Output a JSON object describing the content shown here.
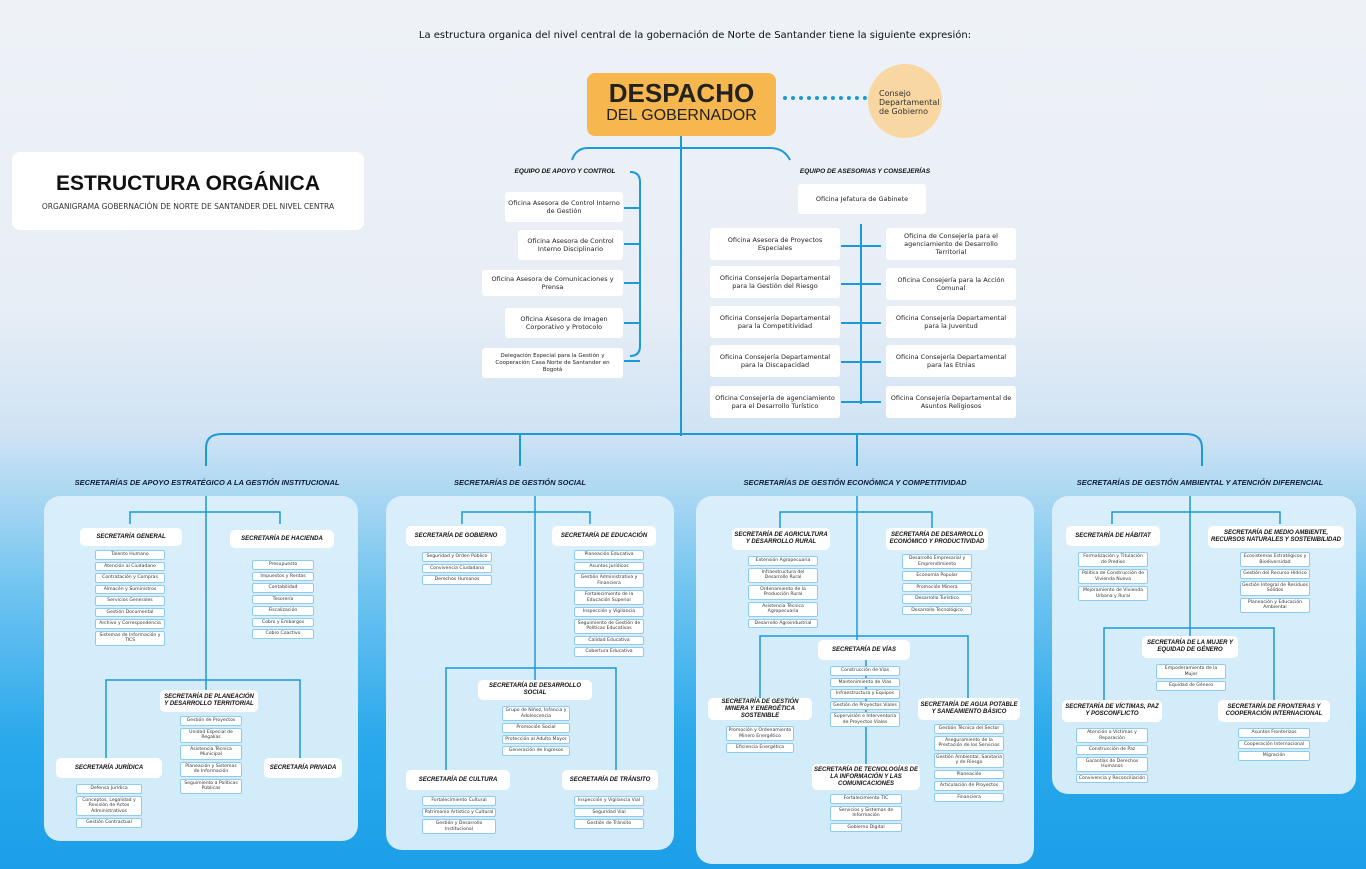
{
  "intro": "La estructura organica del nivel central de la gobernación de Norte de Santander tiene la siguiente expresión:",
  "title": {
    "main": "ESTRUCTURA ORGÁNICA",
    "sub": "ORGANIGRAMA GOBERNACIÓN DE NORTE DE SANTANDER DEL NIVEL CENTRA"
  },
  "despacho": {
    "line1": "DESPACHO",
    "line2": "DEL GOBERNADOR"
  },
  "consejo": {
    "line1": "Consejo",
    "line2": "Departamental",
    "line3": "de Gobierno"
  },
  "colors": {
    "accent": "#1b9ad6",
    "orange": "#f6b74e",
    "peach": "#f8d7a2"
  },
  "apoyo": {
    "label": "EQUIPO DE APOYO Y CONTROL",
    "items": [
      "Oficina Asesora de Control Interno de Gestión",
      "Oficina Asesora de Control Interno Disciplinario",
      "Oficina Asesora de Comunicaciones y Prensa",
      "Oficina Asesora de Imagen Corporativo y Protocolo",
      "Delegación Especial para la Gestión y Cooperación Casa Norte de Santander en Bogotá"
    ]
  },
  "asesorias": {
    "label": "EQUIPO DE ASESORIAS Y CONSEJERÍAS",
    "jefatura": "Oficina Jefatura de Gabinete",
    "left": [
      "Oficina Asesora de Proyectos Especiales",
      "Oficina Consejería Departamental para la Gestión del Riesgo",
      "Oficina Consejería Departamental para la Competitividad",
      "Oficina Consejería Departamental para la Discapacidad",
      "Oficina Consejería de agenciamiento para el Desarrollo Turístico"
    ],
    "right": [
      "Oficina de Consejería para el agenciamiento de Desarrollo Territorial",
      "Oficina Consejería para la Acción Comunal",
      "Oficina Consejería Departamental para la Juventud",
      "Oficina Consejería Departamental para las Etnias",
      "Oficina Consejería Departamental de Asuntos Religiosos"
    ]
  },
  "groups": [
    {
      "title": "SECRETARÍAS DE APOYO ESTRATÉGICO A LA GESTIÓN INSTITUCIONAL",
      "secs": [
        {
          "name": "SECRETARÍA GENERAL",
          "subs": [
            "Talento Humano",
            "Atención al Ciudadano",
            "Contratación y Compras",
            "Almacén y Suministros",
            "Servicios Generales",
            "Gestión Documental",
            "Archivo y Correspondencia",
            "Sistemas de Información y TICS"
          ]
        },
        {
          "name": "SECRETARÍA DE HACIENDA",
          "subs": [
            "Presupuesto",
            "Impuestos y Rentas",
            "Contabilidad",
            "Tesorería",
            "Fiscalización",
            "Cobro y Embargos",
            "Cobro Coactivo"
          ]
        },
        {
          "name": "SECRETARÍA DE PLANEACIÓN Y DESARROLLO TERRITORIAL",
          "subs": [
            "Gestión de Proyectos",
            "Unidad Especial de Regalías",
            "Asistencia Técnica Municipal",
            "Planeación y Sistemas de Información",
            "Seguimiento a Políticas Públicas"
          ]
        },
        {
          "name": "SECRETARÍA JURÍDICA",
          "subs": [
            "Defensa Jurídica",
            "Conceptos, Legalidad y Revisión de Actos Administrativos",
            "Gestión Contractual"
          ]
        },
        {
          "name": "SECRETARÍA PRIVADA",
          "subs": []
        }
      ]
    },
    {
      "title": "SECRETARÍAS DE GESTIÓN SOCIAL",
      "secs": [
        {
          "name": "SECRETARÍA DE GOBIERNO",
          "subs": [
            "Seguridad y Orden Público",
            "Convivencia Ciudadana",
            "Derechos Humanos"
          ]
        },
        {
          "name": "SECRETARÍA DE EDUCACIÓN",
          "subs": [
            "Planeación Educativa",
            "Asuntos Jurídicos",
            "Gestión Administrativa y Financiera",
            "Fortalecimiento de la Educación Superior",
            "Inspección y Vigilancia",
            "Seguimiento de Gestión de Políticas Educativas",
            "Calidad Educativa",
            "Cobertura Educativa"
          ]
        },
        {
          "name": "SECRETARÍA DE DESARROLLO SOCIAL",
          "subs": [
            "Grupo de Niñez, Infancia y Adolescencia",
            "Promoción Social",
            "Protección al Adulto Mayor",
            "Generación de Ingresos"
          ]
        },
        {
          "name": "SECRETARÍA DE CULTURA",
          "subs": [
            "Fortalecimiento Cultural",
            "Patrimonio Artístico y Cultural",
            "Gestión y Desarrollo Institucional"
          ]
        },
        {
          "name": "SECRETARÍA DE TRÁNSITO",
          "subs": [
            "Inspección y Vigilancia Vial",
            "Seguridad Vial",
            "Gestión de Tránsito"
          ]
        }
      ]
    },
    {
      "title": "SECRETARÍAS DE GESTIÓN ECONÓMICA Y COMPETITIVIDAD",
      "secs": [
        {
          "name": "SECRETARÍA DE AGRICULTURA Y DESARROLLO RURAL",
          "subs": [
            "Extensión Agropecuaria",
            "Infraestructura del Desarrollo Rural",
            "Ordenamiento de la Producción Rural",
            "Asistencia Técnica Agropecuaria",
            "Desarrollo Agroindustrial"
          ]
        },
        {
          "name": "SECRETARÍA DE DESARROLLO ECONÓMICO Y PRODUCTIVIDAD",
          "subs": [
            "Desarrollo Empresarial y Emprendimiento",
            "Economía Popular",
            "Promoción Minera",
            "Desarrollo Turístico",
            "Desarrollo Tecnológico"
          ]
        },
        {
          "name": "SECRETARÍA DE VÍAS",
          "subs": [
            "Construcción de Vías",
            "Mantenimiento de Vías",
            "Infraestructura y Equipos",
            "Gestión de Proyectos Viales",
            "Supervisión e Interventoría de Proyectos Viales"
          ]
        },
        {
          "name": "SECRETARÍA DE GESTIÓN MINERA Y ENERGÉTICA SOSTENIBLE",
          "subs": [
            "Promoción y Ordenamiento Minero Energético",
            "Eficiencia Energética"
          ]
        },
        {
          "name": "SECRETARÍA DE AGUA POTABLE Y SANEAMIENTO BÁSICO",
          "subs": [
            "Gestión Técnica del Sector",
            "Aseguramiento de la Prestación de los Servicios",
            "Gestión Ambiental, Sanitaria y de Riesgo",
            "Planeación",
            "Articulación de Proyectos",
            "Financiera"
          ]
        },
        {
          "name": "SECRETARÍA DE TECNOLOGÍAS DE LA INFORMACIÓN Y LAS COMUNICACIONES",
          "subs": [
            "Fortalecimiento TIC",
            "Servicios y Sistemas de Información",
            "Gobierno Digital"
          ]
        }
      ]
    },
    {
      "title": "SECRETARÍAS DE GESTIÓN AMBIENTAL Y ATENCIÓN DIFERENCIAL",
      "secs": [
        {
          "name": "SECRETARÍA DE HÁBITAT",
          "subs": [
            "Formalización y Titulación de Predios",
            "Política de Construcción de Vivienda Nueva",
            "Mejoramiento de Vivienda Urbana y Rural"
          ]
        },
        {
          "name": "SECRETARÍA DE MEDIO AMBIENTE, RECURSOS NATURALES Y SOSTENIBILIDAD",
          "subs": [
            "Ecosistemas Estratégicos y Biodiversidad",
            "Gestión del Recurso Hídrico",
            "Gestión Integral de Residuos Sólidos",
            "Planeación y Educación Ambiental"
          ]
        },
        {
          "name": "SECRETARÍA DE LA MUJER Y EQUIDAD DE GÉNERO",
          "subs": [
            "Empoderamiento de la Mujer",
            "Equidad de Género"
          ]
        },
        {
          "name": "SECRETARÍA DE VÍCTIMAS, PAZ Y POSCONFLICTO",
          "subs": [
            "Atención a Víctimas y Reparación",
            "Construcción de Paz",
            "Garantías de Derechos Humanos",
            "Convivencia y Reconciliación"
          ]
        },
        {
          "name": "SECRETARÍA DE FRONTERAS Y COOPERACIÓN INTERNACIONAL",
          "subs": [
            "Asuntos Fronterizos",
            "Cooperación Internacional",
            "Migración"
          ]
        }
      ]
    }
  ]
}
